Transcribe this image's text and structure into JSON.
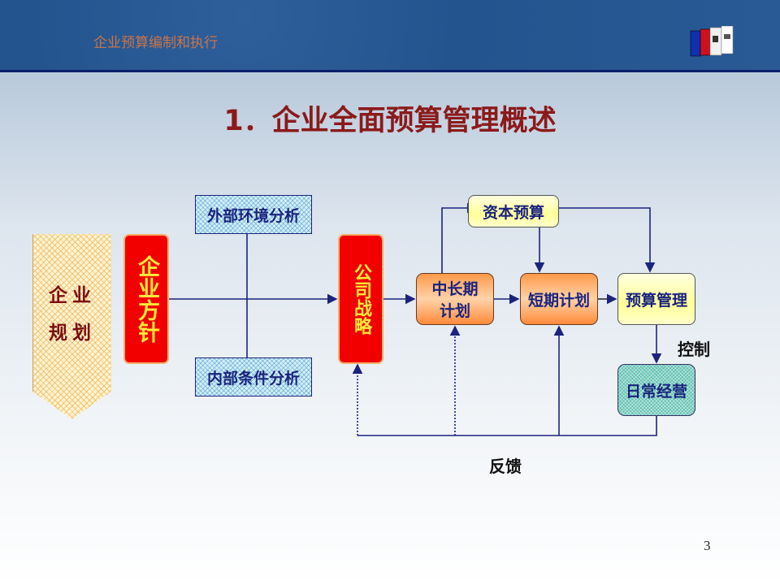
{
  "header": {
    "title": "企业预算编制和执行",
    "icon": "books-icon"
  },
  "slide": {
    "title": "1．企业全面预算管理概述",
    "page_number": "3"
  },
  "diagram": {
    "plan_line1": "企业",
    "plan_line2": "规划",
    "policy": "企业方针",
    "external": "外部环境分析",
    "internal": "内部条件分析",
    "strategy": "公司战略",
    "mid_long": "中长期计划",
    "capital": "资本预算",
    "short": "短期计划",
    "budget_mgmt": "预算管理",
    "daily": "日常经营",
    "control_label": "控制",
    "feedback_label": "反馈"
  }
}
